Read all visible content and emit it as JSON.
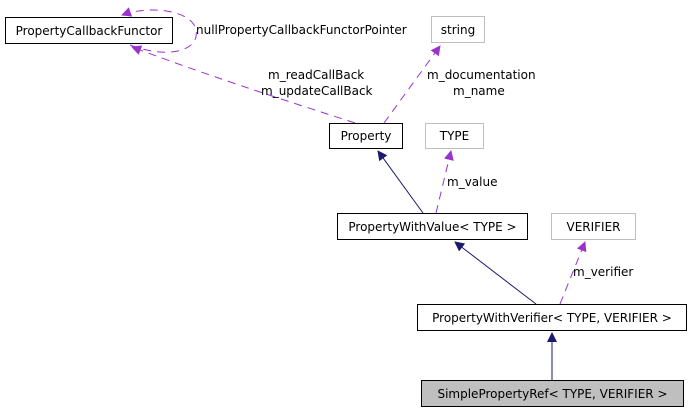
{
  "diagram": {
    "type": "collaboration-graph",
    "nodes": {
      "property_callback_functor": "PropertyCallbackFunctor",
      "string": "string",
      "property": "Property",
      "type": "TYPE",
      "property_with_value": "PropertyWithValue< TYPE >",
      "verifier": "VERIFIER",
      "property_with_verifier": "PropertyWithVerifier< TYPE, VERIFIER >",
      "simple_property_ref": "SimplePropertyRef< TYPE, VERIFIER >"
    },
    "edge_labels": {
      "null_pointer": "nullPropertyCallbackFunctorPointer",
      "read_callback": "m_readCallBack",
      "update_callback": "m_updateCallBack",
      "documentation": "m_documentation",
      "name": "m_name",
      "value": "m_value",
      "verifier": "m_verifier"
    },
    "colors": {
      "inheritance_edge": "#191970",
      "usage_edge": "#9a32cd",
      "highlight_node": "#bfbfbf",
      "external_border": "#bfbfbf"
    }
  }
}
